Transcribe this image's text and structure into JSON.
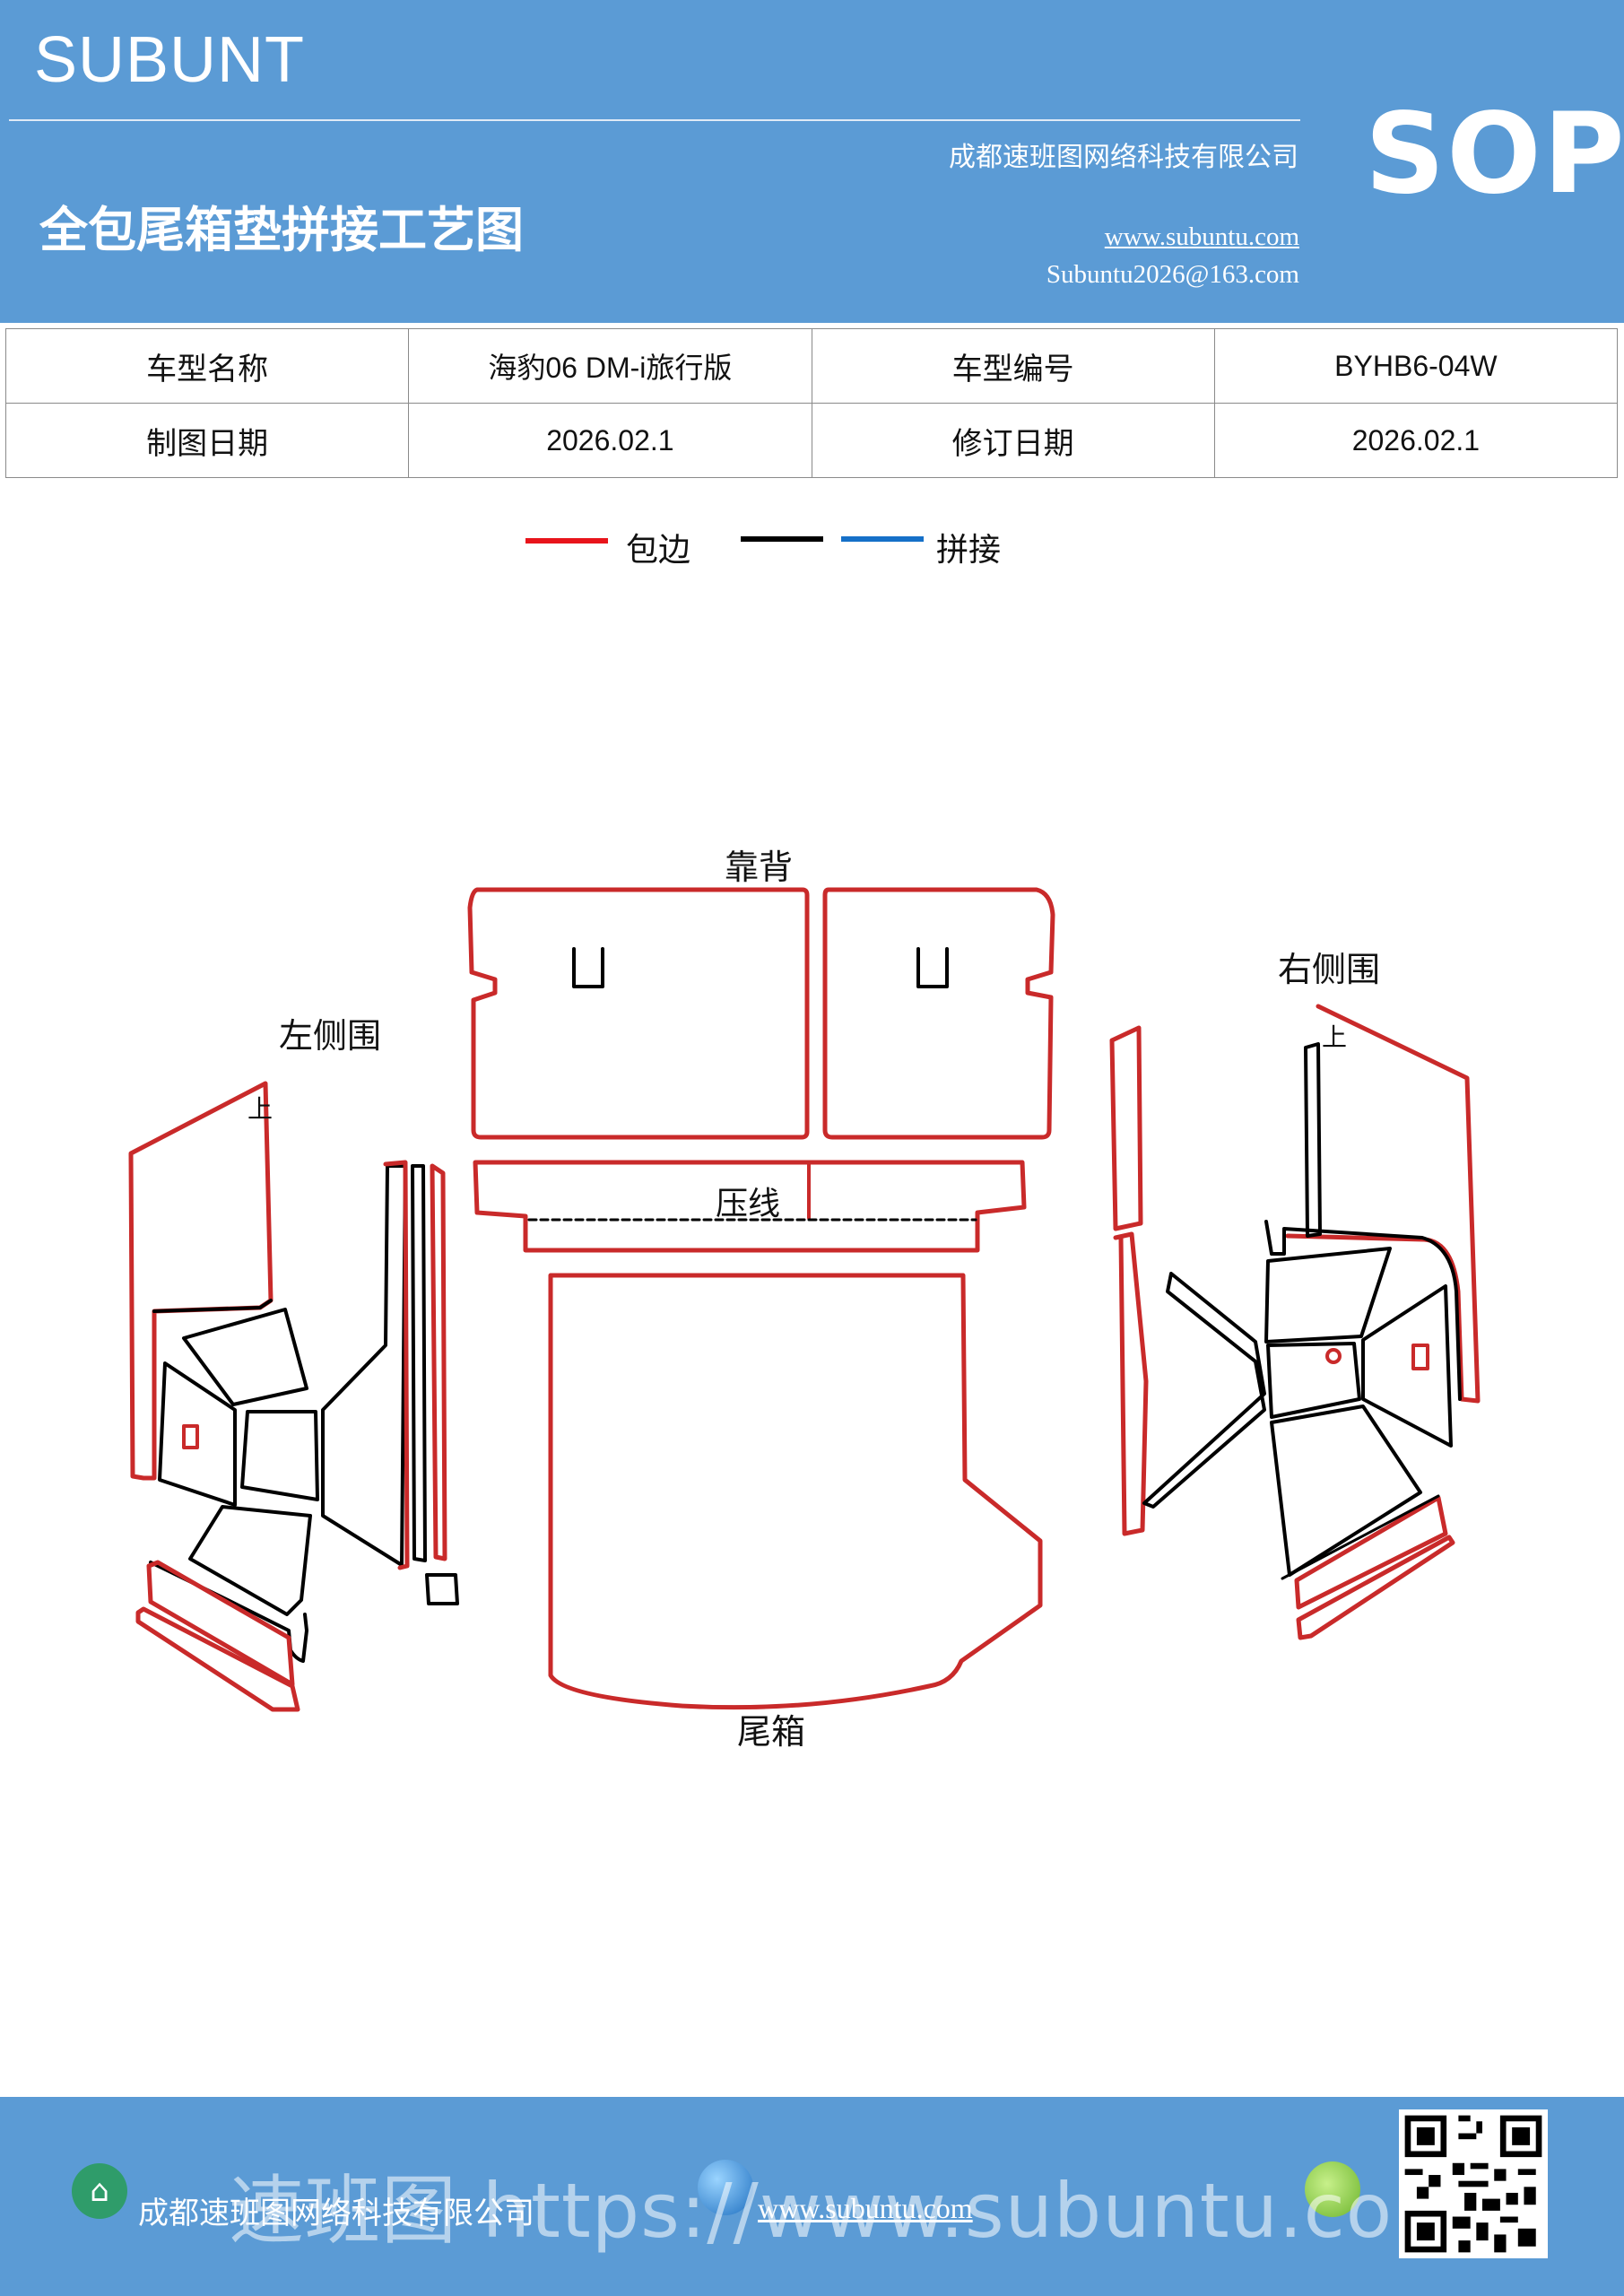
{
  "header": {
    "brand": "SUBUNT",
    "title": "全包尾箱垫拼接工艺图",
    "company": "成都速班图网络科技有限公司",
    "website": "www.subuntu.com",
    "email": "Subuntu2026@163.com",
    "badge": "SOP"
  },
  "info_table": {
    "model_name_label": "车型名称",
    "model_name_value": "海豹06  DM-i旅行版",
    "model_code_label": "车型编号",
    "model_code_value": "BYHB6-04W",
    "draw_date_label": "制图日期",
    "draw_date_value": "2026.02.1",
    "revise_date_label": "修订日期",
    "revise_date_value": "2026.02.1"
  },
  "legend": {
    "edge_label": "包边",
    "splice_label": "拼接",
    "edge_color": "#e8141b",
    "black_color": "#000000",
    "splice_color": "#1570c8"
  },
  "diagram": {
    "backrest_label": "靠背",
    "left_side_label": "左侧围",
    "right_side_label": "右侧围",
    "crease_label": "压线",
    "trunk_label": "尾箱",
    "up_mark": "上",
    "up_mark_right": "上"
  },
  "footer": {
    "company": "成都速班图网络科技有限公司",
    "website": "www.subuntu.com",
    "watermark": "速班图 https://www.subuntu.com"
  }
}
